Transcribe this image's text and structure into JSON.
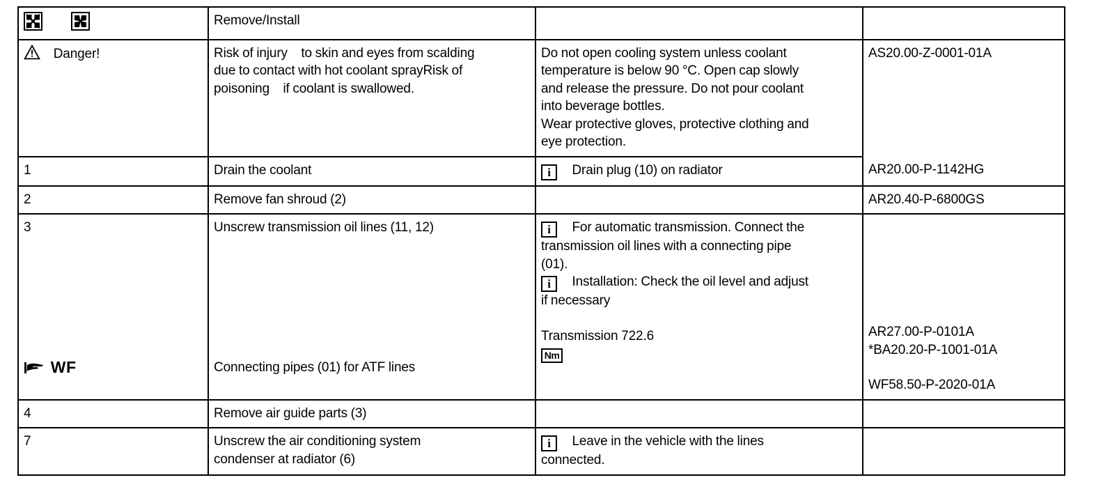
{
  "document": {
    "type": "service-work-instruction-table",
    "columns": [
      "step",
      "operation",
      "note",
      "reference"
    ]
  },
  "icons": {
    "expand": "expand-arrows-icon",
    "collapse": "collapse-arrows-icon",
    "warning": "warning-triangle-icon",
    "info": "info-i-icon",
    "torque": "torque-nm-icon",
    "hand": "pointing-hand-icon"
  },
  "rows": {
    "header": {
      "operation": "Remove/Install"
    },
    "danger": {
      "label": "Danger!",
      "operation_line1": "Risk of injury",
      "operation_line1b": "to skin and eyes from scalding",
      "operation_line2": "due to contact with hot coolant spray",
      "operation_line2b": "Risk of",
      "operation_line3": "poisoning",
      "operation_line3b": "if coolant is swallowed.",
      "note_line1": "Do not open cooling system unless coolant",
      "note_line2": "temperature is below 90 °C. Open cap slowly",
      "note_line3": "and release the pressure. Do not pour coolant",
      "note_line4": "into beverage bottles.",
      "note_line5": "Wear protective gloves, protective clothing and",
      "note_line6": "eye protection.",
      "reference": "AS20.00-Z-0001-01A"
    },
    "step1": {
      "step": "1",
      "operation": "Drain the coolant",
      "note": "Drain plug (10) on radiator",
      "reference": "AR20.00-P-1142HG"
    },
    "step2": {
      "step": "2",
      "operation": "Remove fan shroud (2)",
      "note": "",
      "reference": "AR20.40-P-6800GS"
    },
    "step3": {
      "step": "3",
      "operation": "Unscrew transmission oil lines (11, 12)",
      "note_a_line1": "For automatic transmission. Connect the",
      "note_a_line2": "transmission oil lines with a connecting pipe",
      "note_a_line3": "(01).",
      "note_b_line1": "Installation: Check the oil level and adjust",
      "note_b_line2": "if necessary",
      "note_c": "Transmission 722.6",
      "reference_line1": "AR27.00-P-0101A",
      "reference_line2": "*BA20.20-P-1001-01A",
      "wf_label": "WF",
      "wf_operation": "Connecting pipes (01) for ATF lines",
      "reference_line3": "WF58.50-P-2020-01A"
    },
    "step4": {
      "step": "4",
      "operation": "Remove air guide parts (3)",
      "note": "",
      "reference": ""
    },
    "step7": {
      "step": "7",
      "operation_line1": "Unscrew the air conditioning system",
      "operation_line2": "condenser at radiator (6)",
      "note_line1": "Leave in the vehicle with the lines",
      "note_line2": "connected.",
      "reference": ""
    }
  }
}
